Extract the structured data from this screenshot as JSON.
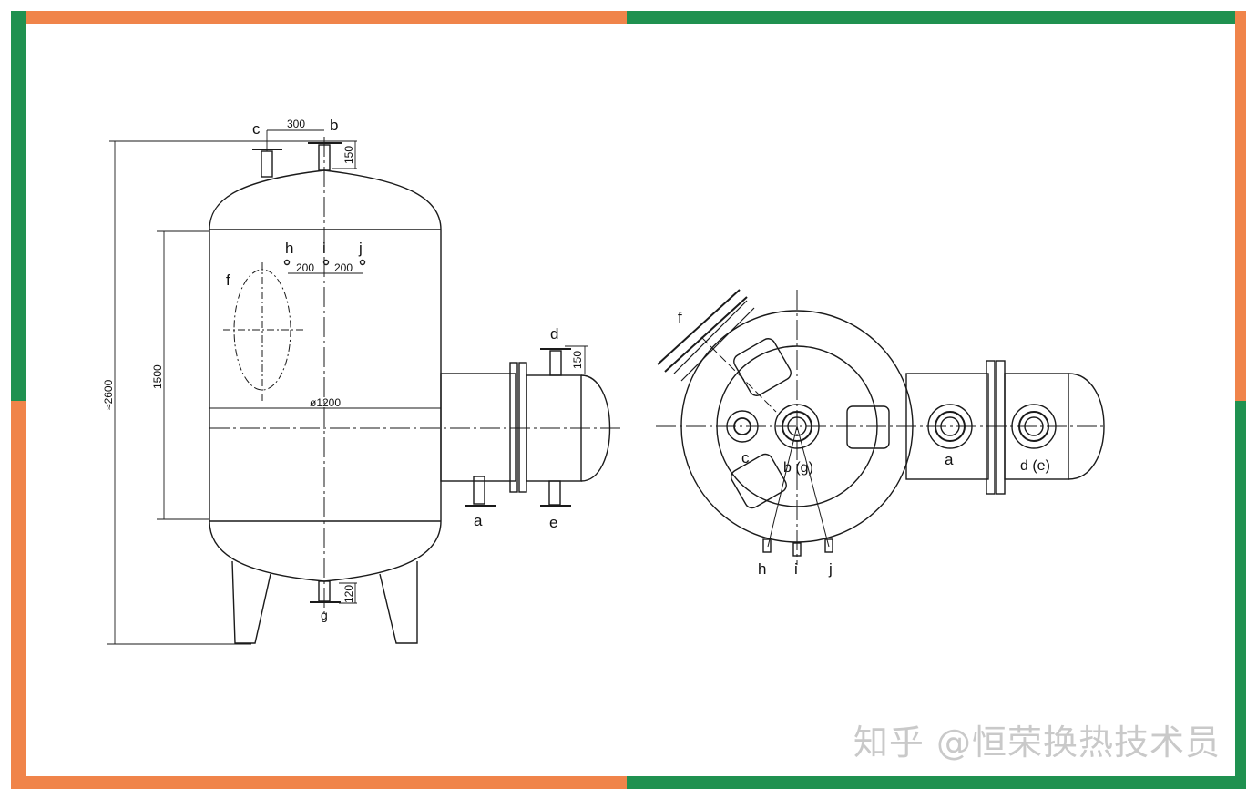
{
  "colors": {
    "orange": "#f0844a",
    "green": "#1f9150",
    "line": "#1a1a1a"
  },
  "side_view": {
    "nozzles": {
      "c": "c",
      "b": "b",
      "d": "d",
      "a": "a",
      "e": "e",
      "g": "g",
      "h": "h",
      "i": "i",
      "j": "j",
      "f": "f"
    },
    "dims": {
      "overall_height": "≈2600",
      "straight_height": "1500",
      "diameter": "ø1200",
      "nozzle_cb_spacing": "300",
      "b_height": "150",
      "d_height": "150",
      "g_height": "120",
      "hi_spacing": "200",
      "ij_spacing": "200"
    }
  },
  "top_view": {
    "labels": {
      "f": "f",
      "c": "c",
      "bg": "b (g)",
      "a": "a",
      "de": "d (e)",
      "h": "h",
      "i": "i",
      "j": "j"
    }
  },
  "watermark": "知乎 @恒荣换热技术员"
}
